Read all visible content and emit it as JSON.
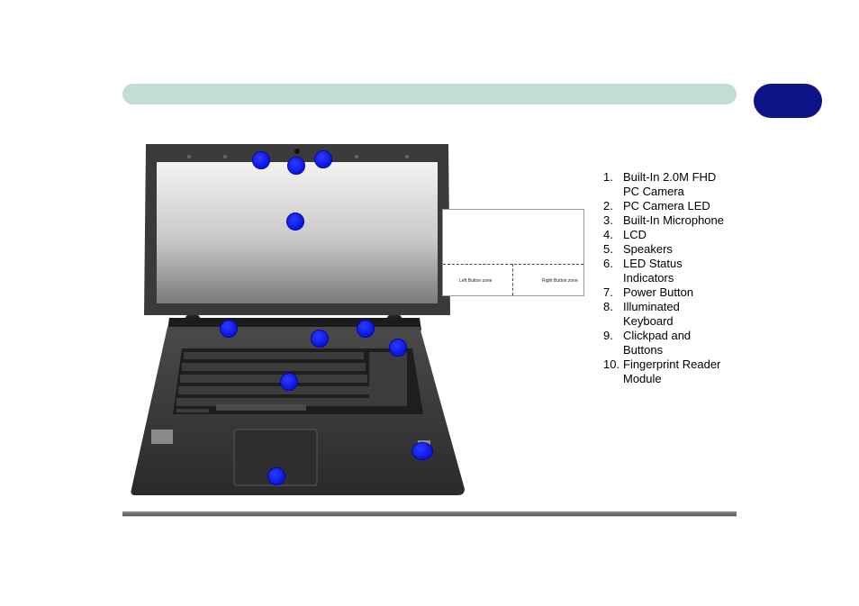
{
  "touchpad_diagram": {
    "left_zone_label": "Left Button zone",
    "right_zone_label": "Right Button zone"
  },
  "legend": [
    {
      "num": "1.",
      "text": "Built-In 2.0M FHD PC Camera"
    },
    {
      "num": "2.",
      "text": "PC Camera LED"
    },
    {
      "num": "3.",
      "text": "Built-In Microphone"
    },
    {
      "num": "4.",
      "text": "LCD"
    },
    {
      "num": "5.",
      "text": "Speakers"
    },
    {
      "num": "6.",
      "text": "LED Status Indicators"
    },
    {
      "num": "7.",
      "text": "Power Button"
    },
    {
      "num": "8.",
      "text": "Illuminated Keyboard"
    },
    {
      "num": "9.",
      "text": "Clickpad and Buttons"
    },
    {
      "num": "10.",
      "text": "Fingerprint Reader Module"
    }
  ],
  "colors": {
    "header_bar": "#c4dcd6",
    "chapter_tab": "#0e1487",
    "callout": "#0a14e0"
  }
}
